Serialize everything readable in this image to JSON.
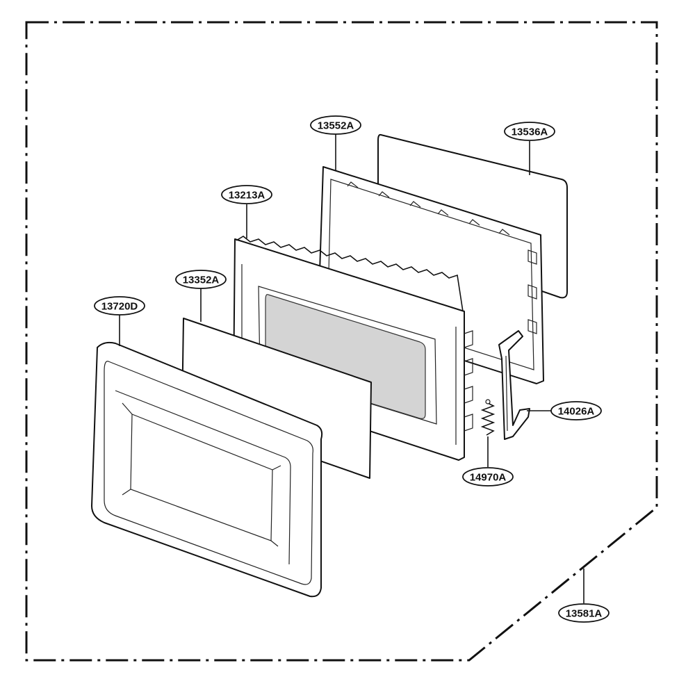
{
  "diagram": {
    "part_labels": [
      {
        "id": "door-assembly",
        "text": "13581A"
      },
      {
        "id": "frame",
        "text": "13552A"
      },
      {
        "id": "screen",
        "text": "13536A"
      },
      {
        "id": "door-plate",
        "text": "13213A"
      },
      {
        "id": "glass",
        "text": "13352A"
      },
      {
        "id": "door-frame-front",
        "text": "13720D"
      },
      {
        "id": "latch",
        "text": "14026A"
      },
      {
        "id": "spring",
        "text": "14970A"
      }
    ]
  },
  "colors": {
    "line": "#111111",
    "window_fill": "#d4d4d4",
    "part_fill": "#ffffff"
  }
}
